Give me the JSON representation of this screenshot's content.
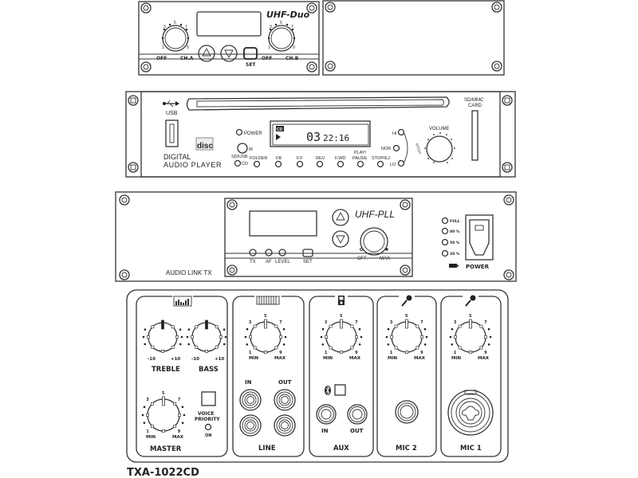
{
  "model_label": "TXA-1022CD",
  "uhf_duo": {
    "title": "UHF-Duo",
    "ch_a_label": "CH.A",
    "ch_b_label": "CH.B",
    "off_label": "OFF",
    "set_label": "SET",
    "dial_numbers": [
      "1",
      "3",
      "5",
      "7",
      "9"
    ]
  },
  "cd_player": {
    "usb_label": "USB",
    "title_line1": "DIGITAL",
    "title_line2": "AUDIO PLAYER",
    "power_label": "POWER",
    "ir_label": "IR",
    "sd_usb_label": "SD/USB",
    "cd_label": "CD",
    "lcd_source": "CD",
    "lcd_track": "03",
    "lcd_time": "22:16",
    "buttons": [
      {
        "label": "FOLDER"
      },
      {
        "label": "FB"
      },
      {
        "label": "F.F"
      },
      {
        "label": "REV"
      },
      {
        "label": "F.WD"
      },
      {
        "label_line1": "PLAY/",
        "label_line2": "PAUSE"
      },
      {
        "label": "STOP/EJ"
      }
    ],
    "pitch_label": "PITCH",
    "pitch_levels": [
      "HI",
      "NOR",
      "LO"
    ],
    "volume_label": "VOLUME",
    "card_label_line1": "SD/MMC",
    "card_label_line2": "CARD",
    "compact_disc_logo": "disc"
  },
  "audio_link": {
    "label": "AUDIO LINK TX",
    "module_title": "UHF-PLL",
    "tx_label": "TX",
    "af_label": "AF",
    "level_label": "LEVEL",
    "set_label": "SET",
    "off_label": "OFF.",
    "max_label": "MAX.",
    "battery_levels": [
      "FULL",
      "80 %",
      "50 %",
      "20 %"
    ],
    "power_label": "POWER"
  },
  "mixer": {
    "min_label": "MIN",
    "max_label": "MAX",
    "dial_numbers": [
      "1",
      "3",
      "5",
      "7",
      "9"
    ],
    "treble_label": "TREBLE",
    "bass_label": "BASS",
    "tone_min": "-10",
    "tone_max": "+10",
    "master_label": "MASTER",
    "voice_priority_line1": "VOICE",
    "voice_priority_line2": "PRIORITY",
    "on_label": "ON",
    "line": {
      "label": "LINE",
      "in_label": "IN",
      "out_label": "OUT"
    },
    "aux": {
      "label": "AUX",
      "in_label": "IN",
      "out_label": "OUT"
    },
    "mic2_label": "MIC 2",
    "mic1_label": "MIC 1"
  }
}
